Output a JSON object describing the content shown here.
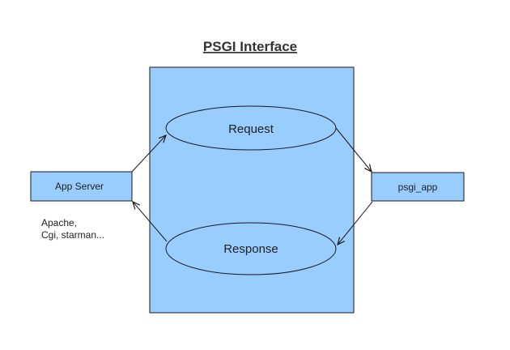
{
  "title": "PSGI Interface",
  "nodes": {
    "app_server": "App Server",
    "psgi_app": "psgi_app",
    "request": "Request",
    "response": "Response"
  },
  "note_lines": [
    "Apache,",
    "Cgi, starman..."
  ],
  "colors": {
    "fill": "#99CCFF",
    "stroke": "#1A1A1A",
    "text": "#222222"
  }
}
